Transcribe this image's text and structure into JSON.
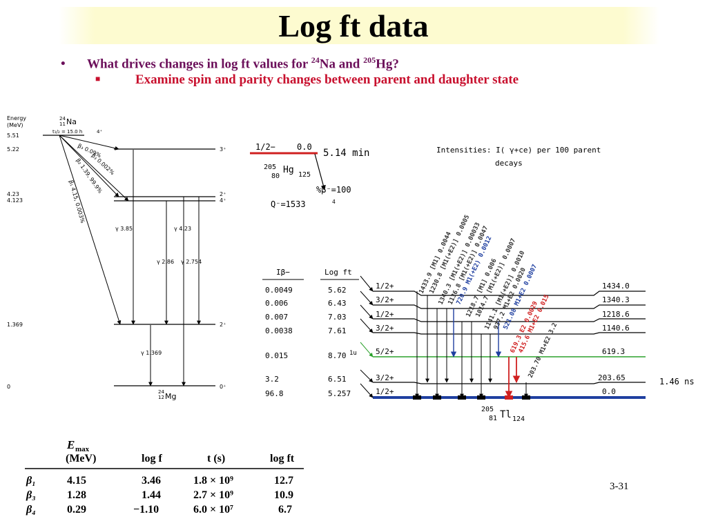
{
  "slide": {
    "title": "Log ft data",
    "bullet1": {
      "prefix": "What drives changes in log ft values for ",
      "na_mass": "24",
      "na": "Na and ",
      "hg_mass": "205",
      "hg": "Hg?"
    },
    "bullet2": "Examine spin and parity changes between parent and daughter state",
    "page_number": "3-31"
  },
  "na_scheme": {
    "energy_header": [
      "Energy",
      "(MeV)"
    ],
    "parent": {
      "mass": "24",
      "z": "11",
      "symbol": "Na",
      "halflife": "t₁/₂ = 15.0 h",
      "spin": "4⁺",
      "energy": "5.51"
    },
    "levels": [
      {
        "energy": "5.22",
        "spin": "3⁺"
      },
      {
        "energy": "4.23",
        "spin": "2⁺"
      },
      {
        "energy": "4.123",
        "spin": "4⁺"
      },
      {
        "energy": "1.369",
        "spin": "2⁺"
      },
      {
        "energy": "0",
        "spin": "0⁺"
      }
    ],
    "betas": [
      {
        "label": "β₃ 0.09%"
      },
      {
        "label": "β₃ 0.002%"
      },
      {
        "label": "β₂ 1.39, 99.9%"
      },
      {
        "label": "β₁ 4.15, 0.003%"
      }
    ],
    "gammas": [
      {
        "label": "γ 3.85"
      },
      {
        "label": "γ 4.23"
      },
      {
        "label": "γ 2.86"
      },
      {
        "label": "γ 2.754"
      },
      {
        "label": "γ 1.369"
      }
    ],
    "daughter": {
      "mass": "24",
      "z": "12",
      "symbol": "Mg"
    }
  },
  "hg_scheme": {
    "parent_spin": "1/2−",
    "parent_energy": "0.0",
    "halflife": "5.14 min",
    "parent": {
      "mass": "205",
      "z": "80",
      "symbol": "Hg",
      "n": "125"
    },
    "beta_pct": "%β⁻=100",
    "q_value": "Q⁻=1533",
    "q_unc": "4",
    "intensity_note": [
      "Intensities: I(  γ+ce) per 100 parent",
      "decays"
    ],
    "col_headers": {
      "ib": "Iβ−",
      "logft": "Log  ft"
    },
    "rows": [
      {
        "ib": "0.0049",
        "logft": "5.62",
        "spin": "1/2+",
        "energy": "1434.0"
      },
      {
        "ib": "0.006",
        "logft": "6.43",
        "spin": "3/2+",
        "energy": "1340.3"
      },
      {
        "ib": "0.007",
        "logft": "7.03",
        "spin": "1/2+",
        "energy": "1218.6"
      },
      {
        "ib": "0.0038",
        "logft": "7.61",
        "spin": "3/2+",
        "energy": "1140.6"
      },
      {
        "ib": "0.015",
        "logft": "8.70",
        "logft_note": "1u",
        "spin": "5/2+",
        "energy": "619.3"
      },
      {
        "ib": "3.2",
        "logft": "6.51",
        "spin": "3/2+",
        "energy": "203.65"
      },
      {
        "ib": "96.8",
        "logft": "5.257",
        "spin": "1/2+",
        "energy": "0.0"
      }
    ],
    "level_halflife": "1.46 ns",
    "daughter": {
      "mass": "205",
      "z": "81",
      "symbol": "Tl",
      "n": "124"
    },
    "transitions": [
      {
        "label": "1433.9 [M1]  0.0044",
        "color": "#333333"
      },
      {
        "label": "1230.8 [M1(+E2)]  0.0005",
        "color": "#333333"
      },
      {
        "label": "1340.3 [M1(+E2)]  0.00033",
        "color": "#333333"
      },
      {
        "label": "1136.8 [M1(+E2)]  0.0047",
        "color": "#333333"
      },
      {
        "label": "720.9 M1(+E2)  0.0012",
        "color": "#1f3fa0"
      },
      {
        "label": "1218.7 [M1]  0.006",
        "color": "#333333"
      },
      {
        "label": "1014.7 [M1(+E2)]  0.0007",
        "color": "#333333"
      },
      {
        "label": "1141.1 [M1(+E2)]  0.0010",
        "color": "#333333"
      },
      {
        "label": "937.2 M1+E2  0.0020",
        "color": "#333333"
      },
      {
        "label": "521.08 M1+E2  0.0007",
        "color": "#1f3fa0"
      },
      {
        "label": "619.3 E2  0.0029",
        "color": "#d02020"
      },
      {
        "label": "415.6 M1+E2  0.015",
        "color": "#d02020"
      },
      {
        "label": "203.70 M1+E2  3.2",
        "color": "#333333"
      }
    ]
  },
  "table": {
    "headers": {
      "emax": "E",
      "emax_sub": "max",
      "emax_unit": "(MeV)",
      "logf": "log f",
      "t": "t (s)",
      "logft": "log ft"
    },
    "rows": [
      {
        "beta": "β₁",
        "emax": "4.15",
        "logf": "3.46",
        "t": "1.8 × 10⁹",
        "logft": "12.7"
      },
      {
        "beta": "β₃",
        "emax": "1.28",
        "logf": "1.44",
        "t": "2.7 × 10⁹",
        "logft": "10.9"
      },
      {
        "beta": "β₄",
        "emax": "0.29",
        "logf": "−1.10",
        "t": "6.0 × 10⁷",
        "logft": "6.7"
      }
    ]
  },
  "colors": {
    "title_band": "#fdfbd0",
    "bullet1": "#6b0f5a",
    "bullet2": "#c8102e",
    "red": "#d02020",
    "blue": "#1f3fa0",
    "green": "#2aa02a"
  }
}
